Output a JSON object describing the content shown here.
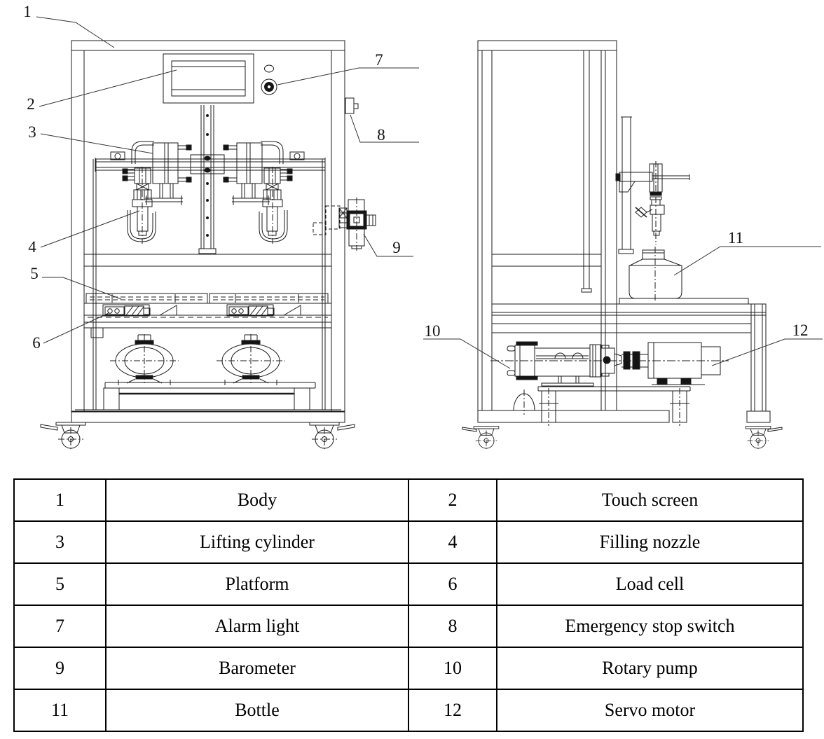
{
  "figure": {
    "description": "Filling machine two-view engineering drawing",
    "callout_numbers": [
      "1",
      "2",
      "3",
      "4",
      "5",
      "6",
      "7",
      "8",
      "9",
      "10",
      "11",
      "12"
    ]
  },
  "table": {
    "rows": [
      [
        "1",
        "Body",
        "2",
        "Touch screen"
      ],
      [
        "3",
        "Lifting cylinder",
        "4",
        "Filling nozzle"
      ],
      [
        "5",
        "Platform",
        "6",
        "Load cell"
      ],
      [
        "7",
        "Alarm light",
        "8",
        "Emergency stop switch"
      ],
      [
        "9",
        "Barometer",
        "10",
        "Rotary pump"
      ],
      [
        "11",
        "Bottle",
        "12",
        "Servo motor"
      ]
    ]
  },
  "colors": {
    "line": "#1b1b1b",
    "dark_fill": "#141414",
    "background": "#ffffff"
  }
}
